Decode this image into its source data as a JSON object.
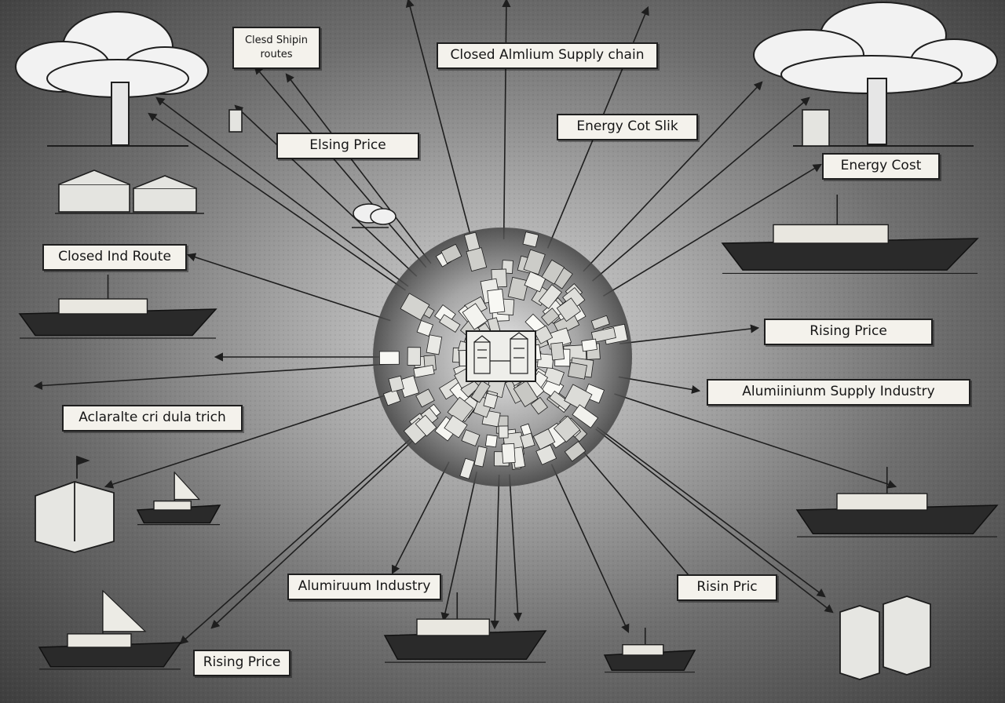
{
  "colors": {
    "ink": "#1e1e1e",
    "paper": "#f4f2ec",
    "hull": "#2a2a2a",
    "ship_deck": "#e9e7e0"
  },
  "labels": {
    "closed_shipping_routes": "Clesd Shipin routes",
    "closed_aluminium_supply_chain": "Closed Almlium Supply chain",
    "energy_cost_silk": "Energy Cot Slik",
    "elsing_price": "Elsing Price",
    "energy_cost": "Energy Cost",
    "closed_ind_route": "Closed Ind Route",
    "rising_price_right": "Rising Price",
    "aluminium_supply_industry": "Alumiiniunm Supply Industry",
    "alaralte_dula_trich": "Aclaralte cri dula trich",
    "aluminium_industry": "Alumiruum Industry",
    "risin_pric": "Risin Pric",
    "rising_price_bottom": "Rising Price"
  },
  "icons": [
    "cloud-tree-icon",
    "building-icon",
    "cargo-ship-icon",
    "sailboat-icon",
    "warehouse-icon",
    "factory-map-icon"
  ]
}
